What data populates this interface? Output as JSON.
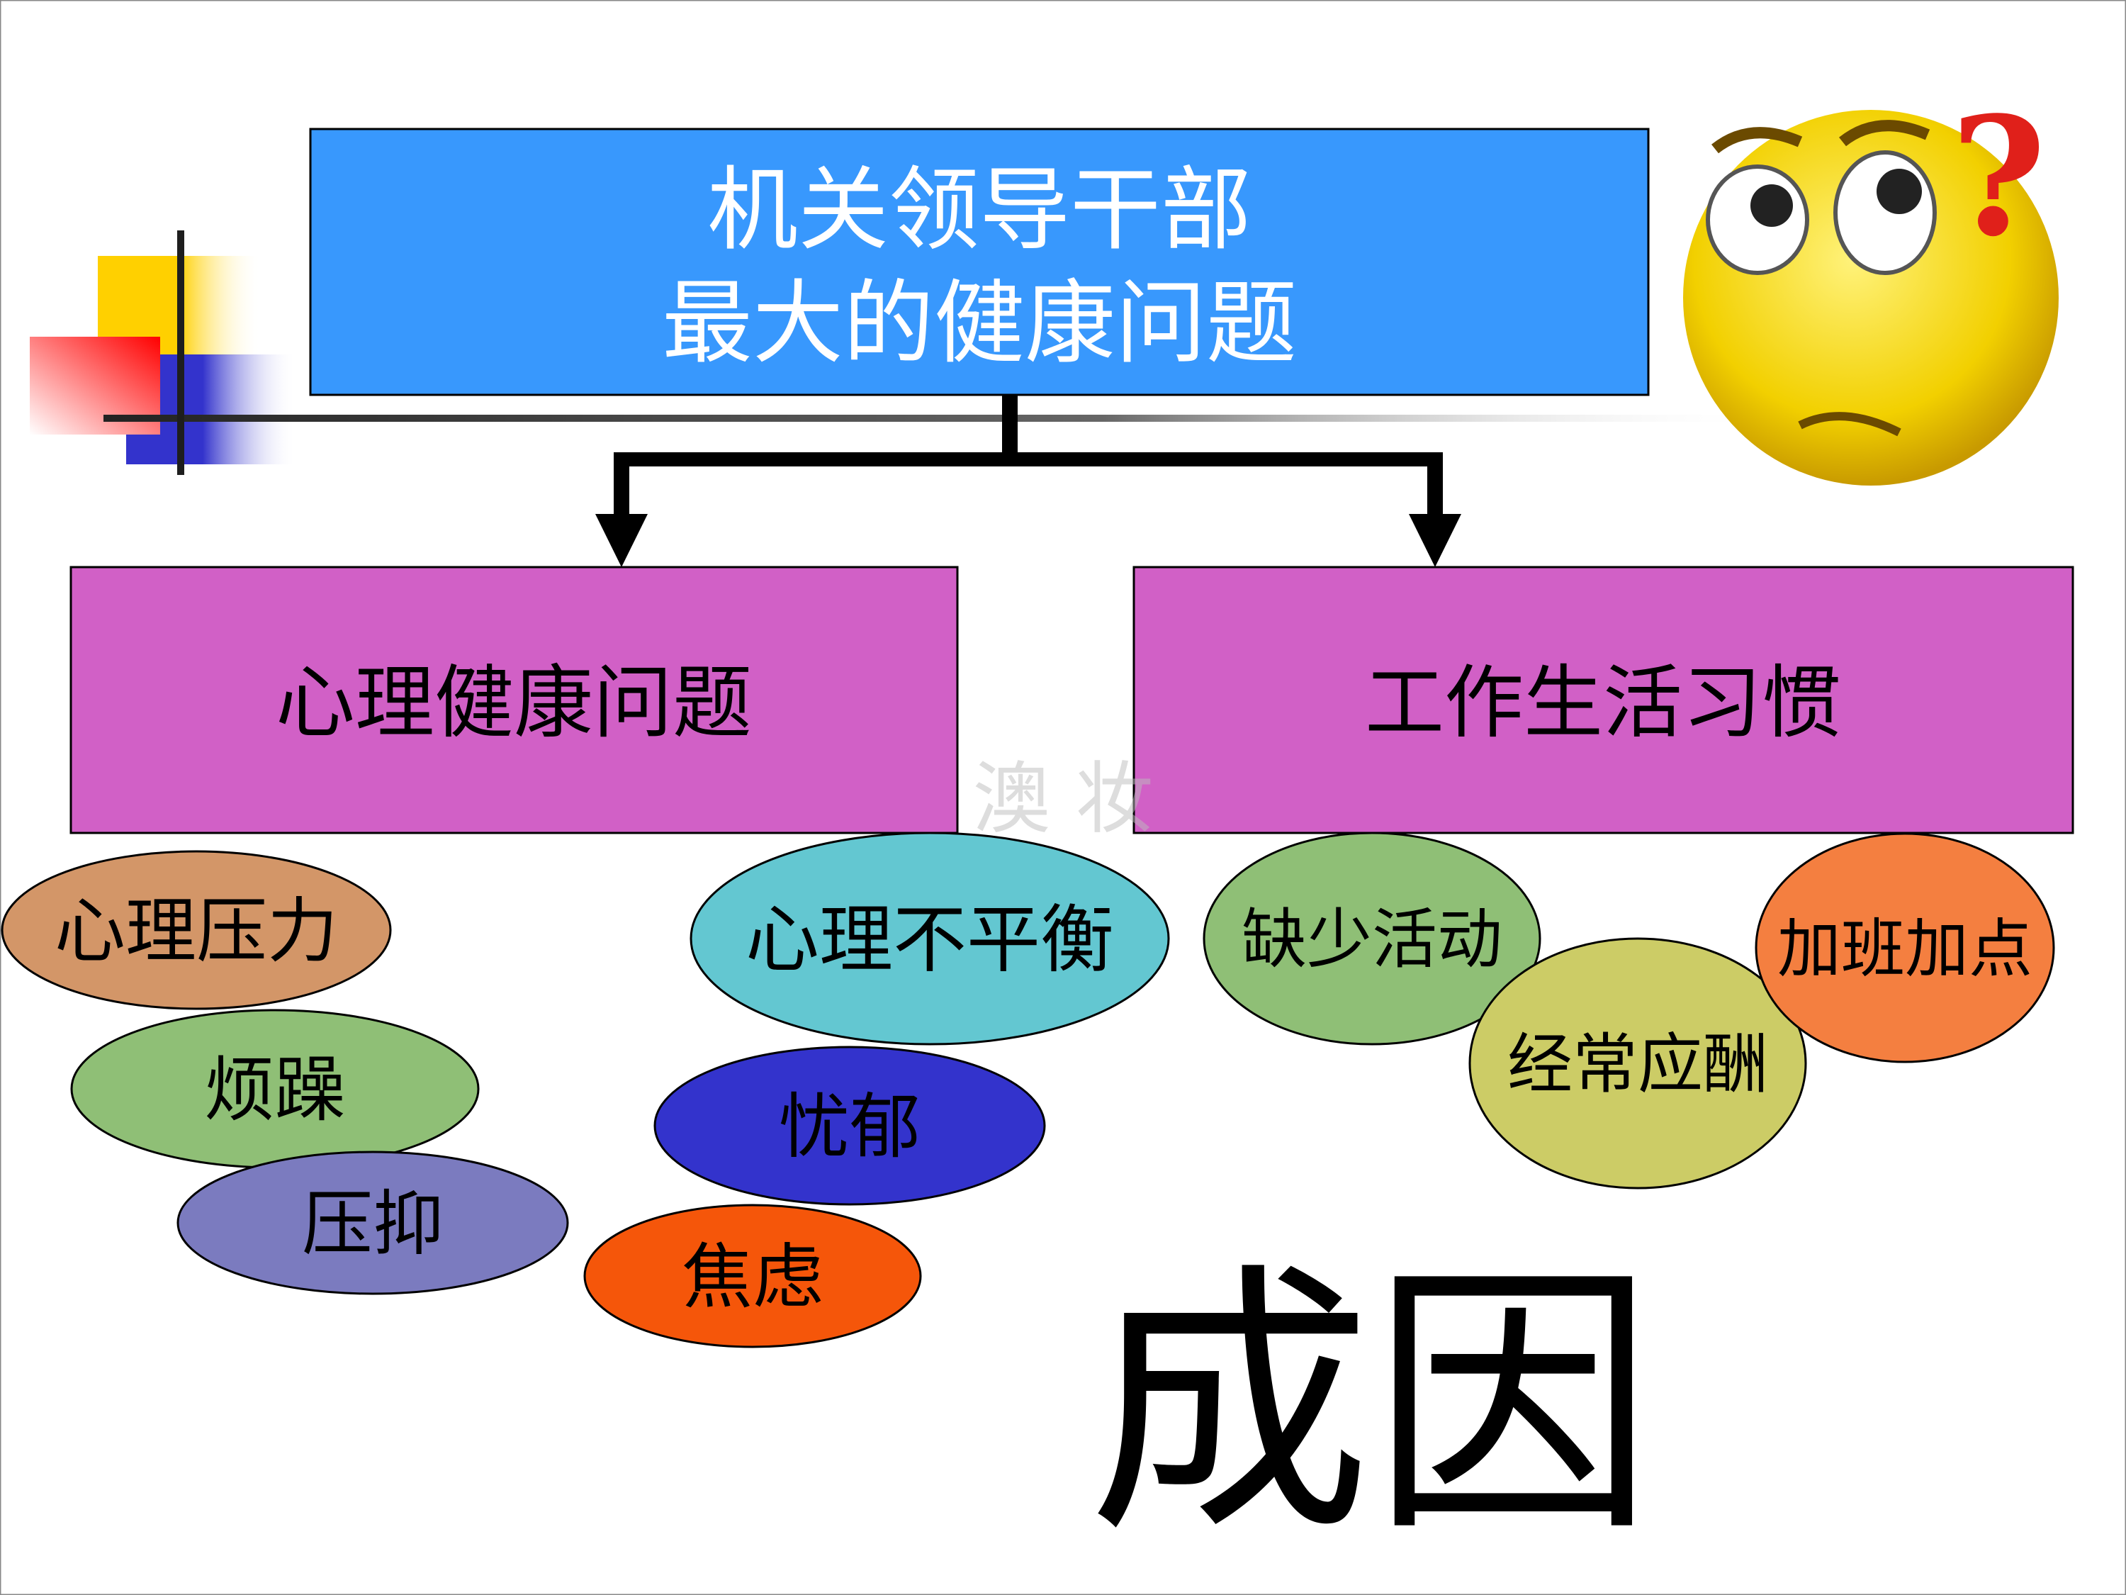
{
  "title": {
    "line1": "机关领导干部",
    "line2": "最大的健康问题"
  },
  "categories": [
    {
      "label": "心理健康问题",
      "color": "#d160c6"
    },
    {
      "label": "工作生活习惯",
      "color": "#d160c6"
    }
  ],
  "bubbles": [
    {
      "label": "心理压力",
      "color": "#d39668"
    },
    {
      "label": "烦躁",
      "color": "#8fbf76"
    },
    {
      "label": "压抑",
      "color": "#7b7bbf"
    },
    {
      "label": "心理不平衡",
      "color": "#63c7d1"
    },
    {
      "label": "忧郁",
      "color": "#3333cc"
    },
    {
      "label": "焦虑",
      "color": "#f5560a"
    },
    {
      "label": "缺少活动",
      "color": "#8fbf76"
    },
    {
      "label": "经常应酬",
      "color": "#cccc66"
    },
    {
      "label": "加班加点",
      "color": "#f47f40"
    }
  ],
  "caption": "成因",
  "watermark": "澳 妆",
  "colors": {
    "title_box": "#3898fd"
  }
}
